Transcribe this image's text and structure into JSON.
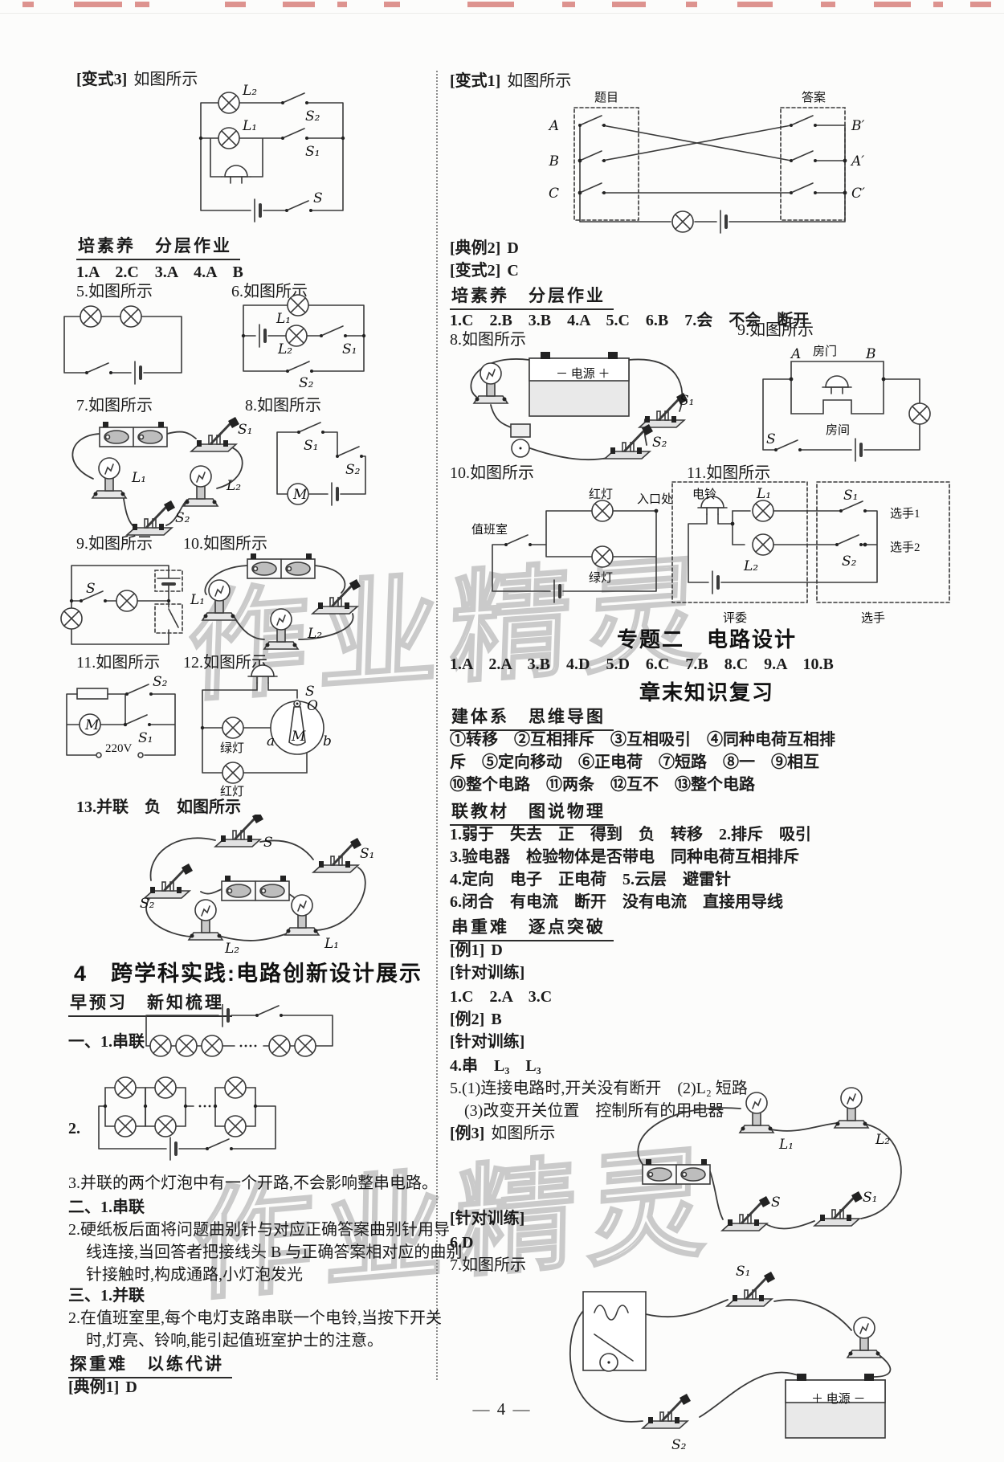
{
  "page": {
    "number_label": "— 4 —"
  },
  "watermarks": {
    "mid": "作业精灵",
    "bottom": "作业精灵"
  },
  "left": {
    "var3_tag": "[变式3]",
    "var3_rest": "如图所示",
    "d_var3": {
      "L2": "L₂",
      "S2": "S₂",
      "L1": "L₁",
      "S1": "S₁",
      "S": "S"
    },
    "peisuyang": "培素养　分层作业",
    "ans_row": "1.A　2.C　3.A　4.A　B",
    "q5": "5.如图所示",
    "q6": "6.如图所示",
    "d6": {
      "L1": "L₁",
      "L2": "L₂",
      "S1": "S₁",
      "S2": "S₂"
    },
    "q7": "7.如图所示",
    "q8": "8.如图所示",
    "d7": {
      "S1": "S₁",
      "L1": "L₁",
      "L2": "L₂",
      "S2": "S₂"
    },
    "d8": {
      "S1": "S₁",
      "S2": "S₂",
      "M": "M"
    },
    "q9": "9.如图所示",
    "q10": "10.如图所示",
    "d9": {
      "S": "S"
    },
    "d10": {
      "L1": "L₁",
      "L2": "L₂"
    },
    "q11": "11.如图所示",
    "q12": "12.如图所示",
    "d11": {
      "S2": "S₂",
      "S1": "S₁",
      "M": "M",
      "V": "220V"
    },
    "d12": {
      "S": "S",
      "O": "O",
      "M": "M",
      "a": "a",
      "b": "b",
      "green": "绿灯",
      "red": "红灯"
    },
    "q13": "13.并联　负　如图所示",
    "d13": {
      "S": "S",
      "S1": "S₁",
      "S2": "S₂",
      "L2": "L₂",
      "L1": "L₁"
    },
    "sec4_title": "4　跨学科实践:电路创新设计展示",
    "zaoyuxi": "早预习　新知梳理",
    "fill1": "一、1.串联",
    "fill2": "2.",
    "fill3": "3.并联的两个灯泡中有一个开路,不会影响整串电路。",
    "fill4": "二、1.串联",
    "fill5a": "2.硬纸板后面将问题曲别针与对应正确答案曲别针用导",
    "fill5b": "线连接,当回答者把接线头 B 与正确答案相对应的曲别",
    "fill5c": "针接触时,构成通路,小灯泡发光",
    "fill6": "三、1.并联",
    "fill7a": "2.在值班室里,每个电灯支路串联一个电铃,当按下开关",
    "fill7b": "时,灯亮、铃响,能引起值班室护士的注意。",
    "tanzhongnan": "探重难　以练代讲",
    "dianli1_tag": "[典例1]",
    "dianli1_rest": "D"
  },
  "right": {
    "var1_tag": "[变式1]",
    "var1_rest": "如图所示",
    "d_var1": {
      "timu": "题目",
      "daan": "答案",
      "A": "A",
      "B": "B",
      "C": "C",
      "Bp": "B′",
      "Ap": "A′",
      "Cp": "C′"
    },
    "dianli2_tag": "[典例2]",
    "dianli2_rest": "D",
    "var2_tag": "[变式2]",
    "var2_rest": "C",
    "peisuyang": "培素养　分层作业",
    "ans_row": "1.C　2.B　3.B　4.A　5.C　6.B　7.会　不会　断开",
    "q8": "8.如图所示",
    "q9": "9.如图所示",
    "d8": {
      "power": "－ 电源 ＋",
      "S1": "S₁",
      "S2": "S₂"
    },
    "d9": {
      "A": "A",
      "door": "房门",
      "B": "B",
      "room": "房间",
      "S": "S"
    },
    "q10": "10.如图所示",
    "q11": "11.如图所示",
    "d10": {
      "duty": "值班室",
      "red": "红灯",
      "entrance": "入口处",
      "green": "绿灯"
    },
    "d11": {
      "bell": "电铃",
      "L1": "L₁",
      "S1": "S₁",
      "p1": "选手1",
      "L2": "L₂",
      "S2": "S₂",
      "p2": "选手2",
      "judge": "评委",
      "player": "选手"
    },
    "topic2_title": "专题二　电路设计",
    "topic2_ans": "1.A　2.A　3.B　4.D　5.D　6.C　7.B　8.C　9.A　10.B",
    "chapter_title": "章末知识复习",
    "jiantixi": "建体系　思维导图",
    "mind1": "①转移　②互相排斥　③互相吸引　④同种电荷互相排",
    "mind2": "斥　⑤定向移动　⑥正电荷　⑦短路　⑧一　⑨相互",
    "mind3": "⑩整个电路　⑪两条　⑫互不　⑬整个电路",
    "lianjiaocai": "联教材　图说物理",
    "tb1": "1.弱于　失去　正　得到　负　转移　2.排斥　吸引",
    "tb2": "3.验电器　检验物体是否带电　同种电荷互相排斥",
    "tb3": "4.定向　电子　正电荷　5.云层　避雷针",
    "tb4": "6.闭合　有电流　断开　没有电流　直接用导线",
    "chuanzhongnan": "串重难　逐点突破",
    "ex1_tag": "[例1]",
    "ex1_rest": "D",
    "drill1": "[针对训练]",
    "drill1_ans": "1.C　2.A　3.C",
    "ex2_tag": "[例2]",
    "ex2_rest": "B",
    "drill2": "[针对训练]",
    "drill2_a4": "4.串　L₃　L₃",
    "drill2_a5a": "5.(1)连接电路时,开关没有断开　(2)L₂ 短路",
    "drill2_a5b": "(3)改变开关位置　控制所有的用电器",
    "ex3_tag": "[例3]",
    "ex3_rest": "如图所示",
    "d_ex3": {
      "L1": "L₁",
      "L2": "L₂",
      "S": "S",
      "S1": "S₁"
    },
    "drill3": "[针对训练]",
    "drill3_a6": "6.D",
    "drill3_q7": "7.如图所示",
    "d7": {
      "S1": "S₁",
      "power": "＋ 电源 －",
      "S2": "S₂"
    }
  }
}
